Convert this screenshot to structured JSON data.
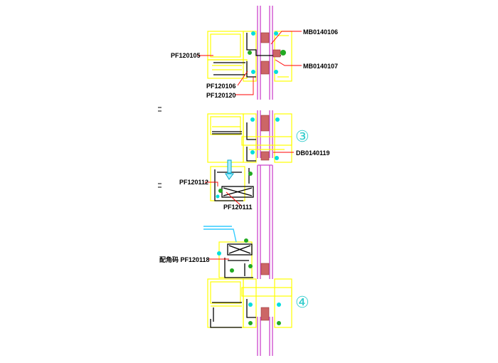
{
  "drawing": {
    "labels": {
      "MB0140106": "MB0140106",
      "PF120105": "PF120105",
      "MB0140107": "MB0140107",
      "PF120106": "PF120106",
      "PF120120": "PF120120",
      "section_3": "③",
      "DB0140119": "DB0140119",
      "PF120112": "PF120112",
      "PF120111": "PF120111",
      "hinge_callout": "配角码 PF120118",
      "section_4": "④"
    },
    "colors": {
      "glass": "#cc44cc",
      "frame": "#ffff00",
      "seal": "#00dddd",
      "gasket": "#22aa22",
      "leader": "#ff0000",
      "spacer": "#cc6666",
      "text": "#000000",
      "circle": "#33cccc"
    }
  }
}
